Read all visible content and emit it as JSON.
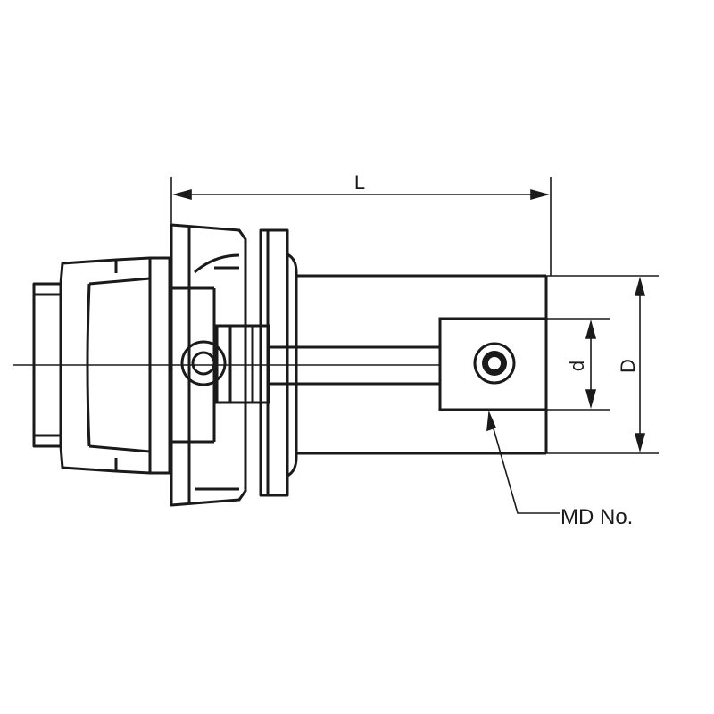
{
  "labels": {
    "length": "L",
    "bore_diameter": "d",
    "body_diameter": "D",
    "leader_callout": "MD No."
  },
  "colors": {
    "line": "#1a1a1a",
    "background": "#ffffff"
  }
}
